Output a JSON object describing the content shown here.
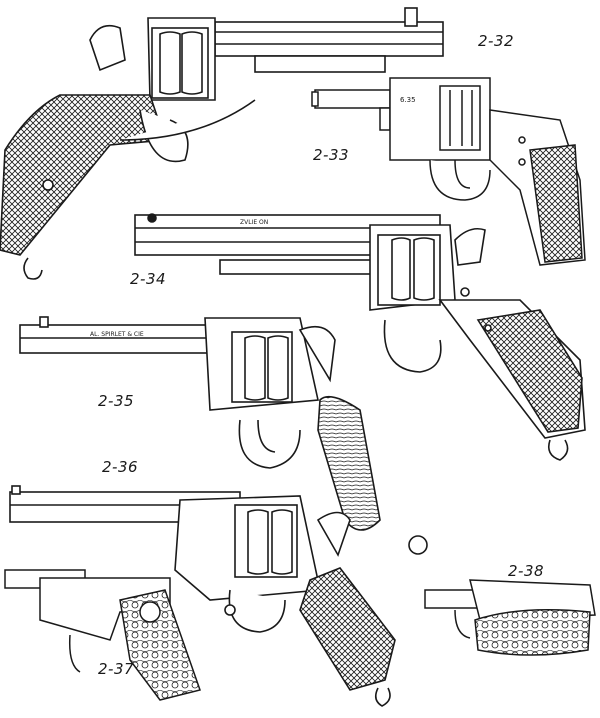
{
  "figures": [
    {
      "id": "2-32"
    },
    {
      "id": "2-33"
    },
    {
      "id": "2-34"
    },
    {
      "id": "2-35"
    },
    {
      "id": "2-36"
    },
    {
      "id": "2-37"
    },
    {
      "id": "2-38"
    }
  ],
  "engravings": {
    "fig_33": "6.35",
    "fig_34": "ZVLIE ON",
    "fig_35": "AL. SPIRLET & CIE"
  },
  "colors": {
    "ink": "#1a1a1a",
    "paper": "#ffffff",
    "shade": "#d6d6d6"
  }
}
